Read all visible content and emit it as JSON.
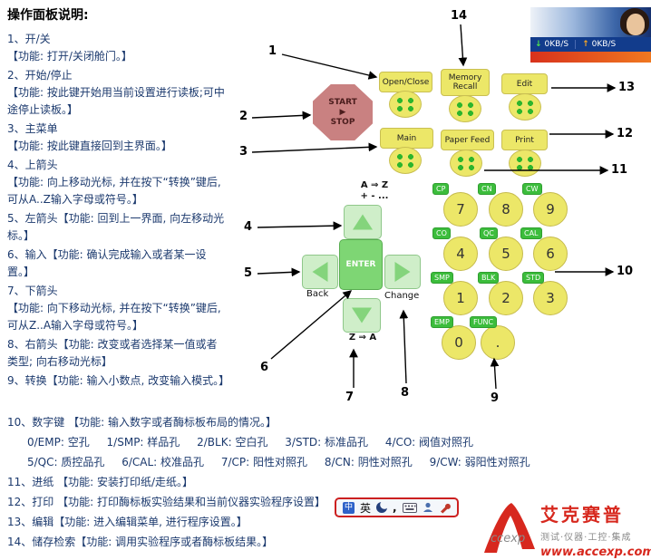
{
  "title": "操作面板说明:",
  "left_items": [
    "1、开/关\n【功能: 打开/关闭舱门。】",
    "2、开始/停止\n【功能: 按此键开始用当前设置进行读板;可中途停止读板。】",
    "3、主菜单\n【功能: 按此键直接回到主界面。】",
    "4、上箭头\n【功能: 向上移动光标, 并在按下“转换”键后, 可从A..Z输入字母或符号。】",
    "5、左箭头【功能: 回到上一界面, 向左移动光标。】",
    "6、输入【功能: 确认完成输入或者某一设置。】",
    "7、下箭头\n【功能: 向下移动光标, 并在按下“转换”键后, 可从Z..A输入字母或符号。】",
    "8、右箭头【功能: 改变或者选择某一值或者类型; 向右移动光标】",
    "9、转换【功能: 输入小数点, 改变输入模式。】"
  ],
  "bottom": {
    "line10": "10、数字键 【功能: 输入数字或者酶标板布局的情况。】",
    "digit_rows": [
      [
        "0/EMP: 空孔",
        "1/SMP: 样品孔",
        "2/BLK: 空白孔",
        "3/STD: 标准品孔",
        "4/CO: 阀值对照孔"
      ],
      [
        "5/QC: 质控品孔",
        "6/CAL: 校准品孔",
        "7/CP: 阳性对照孔",
        "8/CN: 阴性对照孔",
        "9/CW: 弱阳性对照孔"
      ]
    ],
    "line11": "11、进纸 【功能: 安装打印纸/走纸。】",
    "line12": "12、打印 【功能: 打印酶标板实验结果和当前仪器实验程序设置】",
    "line13": "13、编辑【功能: 进入编辑菜单, 进行程序设置。】",
    "line14": "14、储存检索【功能: 调用实验程序或者酶标板结果。】"
  },
  "panel": {
    "start_stop": "START\n▶\nSTOP",
    "open_close": "Open/Close",
    "memory_recall": "Memory\nRecall",
    "edit": "Edit",
    "main": "Main",
    "paper_feed": "Paper Feed",
    "print": "Print",
    "az": "A ⇒ Z\n+ - ...",
    "za": "Z ⇒ A",
    "enter": "ENTER",
    "back": "Back",
    "change": "Change",
    "keys": [
      {
        "digit": "7",
        "tag": "CP"
      },
      {
        "digit": "8",
        "tag": "CN"
      },
      {
        "digit": "9",
        "tag": "CW"
      },
      {
        "digit": "4",
        "tag": "CO"
      },
      {
        "digit": "5",
        "tag": "QC"
      },
      {
        "digit": "6",
        "tag": "CAL"
      },
      {
        "digit": "1",
        "tag": "SMP"
      },
      {
        "digit": "2",
        "tag": "BLK"
      },
      {
        "digit": "3",
        "tag": "STD"
      },
      {
        "digit": "0",
        "tag": "EMP"
      },
      {
        "digit": ".",
        "tag": "FUNC"
      }
    ]
  },
  "callouts": [
    "1",
    "2",
    "3",
    "4",
    "5",
    "6",
    "7",
    "8",
    "9",
    "10",
    "11",
    "12",
    "13",
    "14"
  ],
  "widget": {
    "down_arrow": "↓",
    "down_speed": "0KB/S",
    "up_arrow": "↑",
    "up_speed": "0KB/S"
  },
  "langbar": {
    "ime_icon": "中",
    "mode": "英",
    "punct": ","
  },
  "logo": {
    "mark": "ccexp",
    "brand": "艾克赛普",
    "tagline": "测试·仪器·工控·集成",
    "url": "www.accexp.com"
  }
}
